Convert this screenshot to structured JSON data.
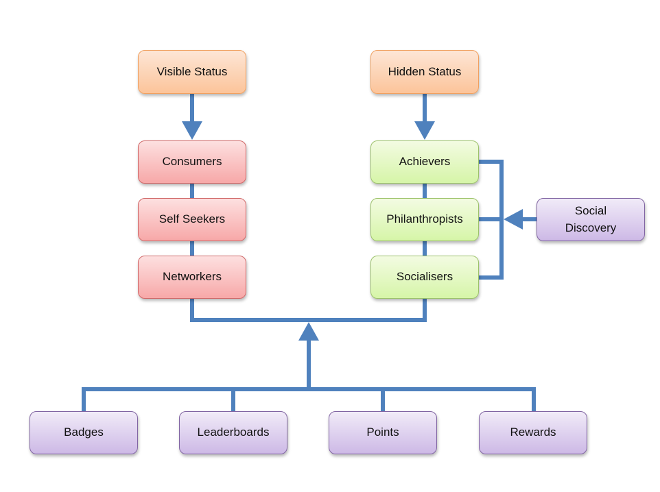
{
  "diagram": {
    "connector_color": "#4f81bd",
    "top_nodes": {
      "visible_status": "Visible Status",
      "hidden_status": "Hidden Status"
    },
    "visible_group": [
      "Consumers",
      "Self Seekers",
      "Networkers"
    ],
    "hidden_group": [
      "Achievers",
      "Philanthropists",
      "Socialisers"
    ],
    "social_discovery": "Social Discovery",
    "mechanics": [
      "Badges",
      "Leaderboards",
      "Points",
      "Rewards"
    ],
    "colors": {
      "status": "#fcc49a",
      "visible_group": "#f7a8a8",
      "hidden_group": "#d6f5a8",
      "mechanics": "#cdb9e6"
    },
    "edges": [
      {
        "from": "Visible Status",
        "to": "Consumers"
      },
      {
        "from": "Hidden Status",
        "to": "Achievers"
      },
      {
        "from": "Social Discovery",
        "to": [
          "Achievers",
          "Philanthropists",
          "Socialisers"
        ]
      },
      {
        "from": [
          "Badges",
          "Leaderboards",
          "Points",
          "Rewards"
        ],
        "to": [
          "Networkers",
          "Socialisers"
        ]
      }
    ]
  }
}
